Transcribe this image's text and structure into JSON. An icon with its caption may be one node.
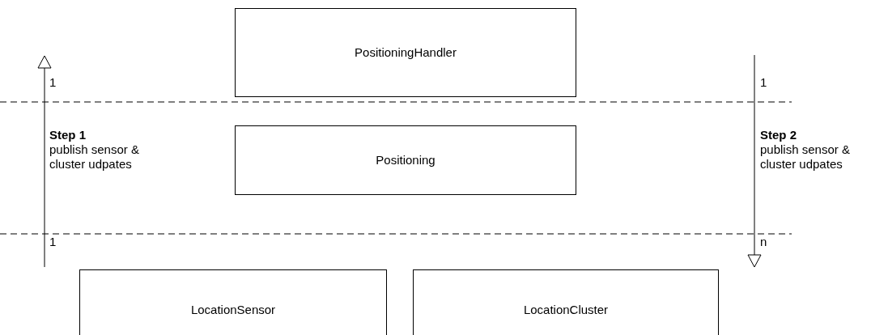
{
  "diagram": {
    "nodes": [
      {
        "text": [
          "PositioningHandler"
        ]
      },
      {
        "text": [
          "Positioning"
        ]
      },
      {
        "text": [
          "LocationSensor"
        ]
      },
      {
        "text": [
          "LocationCluster"
        ]
      }
    ],
    "labels": [
      "1",
      "1",
      "Step 1",
      "publish sensor & cluster udpates",
      "Step 2",
      "publish sensor & cluster udpates",
      "1",
      "n"
    ]
  }
}
